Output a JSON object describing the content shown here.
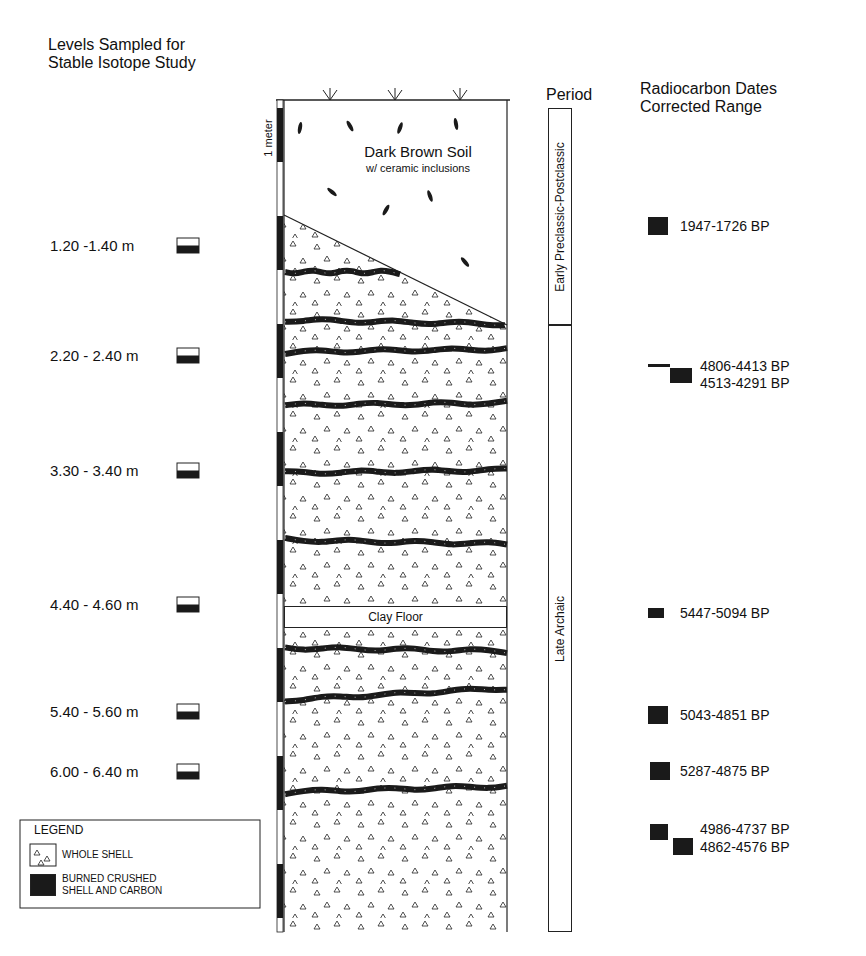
{
  "diagram": {
    "nodes": [
      {
        "text": [
          "Early Preclassic-Postclassic"
        ]
      },
      {
        "text": [
          "Late Archaic"
        ]
      },
      {
        "text": [
          "Clay Floor"
        ]
      }
    ],
    "labels": [
      "Levels Sampled for Stable Isotope Study",
      "1.20 -1.40 m",
      "2.20 - 2.40 m",
      "3.30 - 3.40 m",
      "4.40 - 4.60 m",
      "5.40 - 5.60 m",
      "6.00 - 6.40 m",
      "1 meter",
      "Dark Brown Soil",
      "w/ ceramic inclusions",
      "Period",
      "Radiocarbon Dates Corrected Range",
      "1947-1726 BP",
      "4806-4413 BP",
      "4513-4291 BP",
      "5447-5094 BP",
      "5043-4851 BP",
      "5287-4875 BP",
      "4986-4737 BP",
      "4862-4576 BP",
      "LEGEND"
    ],
    "legend": [
      {
        "text": "WHOLE SHELL"
      },
      {
        "text": "BURNED CRUSHED SHELL AND CARBON",
        "color": "#1a1a1a"
      }
    ]
  }
}
